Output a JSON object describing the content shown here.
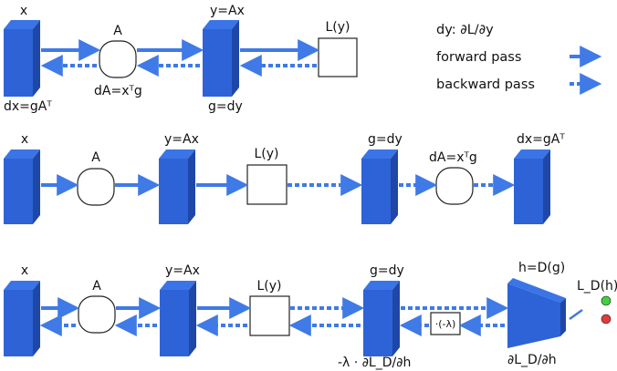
{
  "colors": {
    "block_front": "#2d63d6",
    "block_side": "#1f47a8",
    "block_top": "#3b74e6",
    "arrow": "#3f7ae6",
    "green_dot": "#3fd13f",
    "red_dot": "#e23b3b"
  },
  "legend": {
    "dy_label": "dy: ∂L/∂y",
    "forward_label": "forward pass",
    "backward_label": "backward pass"
  },
  "row1": {
    "x_label": "x",
    "dx_label": "dx=gAᵀ",
    "A_label": "A",
    "dA_label": "dA=xᵀg",
    "y_label": "y=Ax",
    "g_label": "g=dy",
    "L_label": "L(y)"
  },
  "row2": {
    "x_label": "x",
    "A_label": "A",
    "y_label": "y=Ax",
    "L_label": "L(y)",
    "g_label": "g=dy",
    "dA_label": "dA=xᵀg",
    "dx_label": "dx=gAᵀ"
  },
  "row3": {
    "x_label": "x",
    "A_label": "A",
    "y_label": "y=Ax",
    "L_label": "L(y)",
    "g_label": "g=dy",
    "neg_grad_label": "-λ · ∂L_D/∂h",
    "scale_label": "·(-λ)",
    "h_label": "h=D(g)",
    "dLD_label": "∂L_D/∂h",
    "LD_label": "L_D(h)"
  }
}
